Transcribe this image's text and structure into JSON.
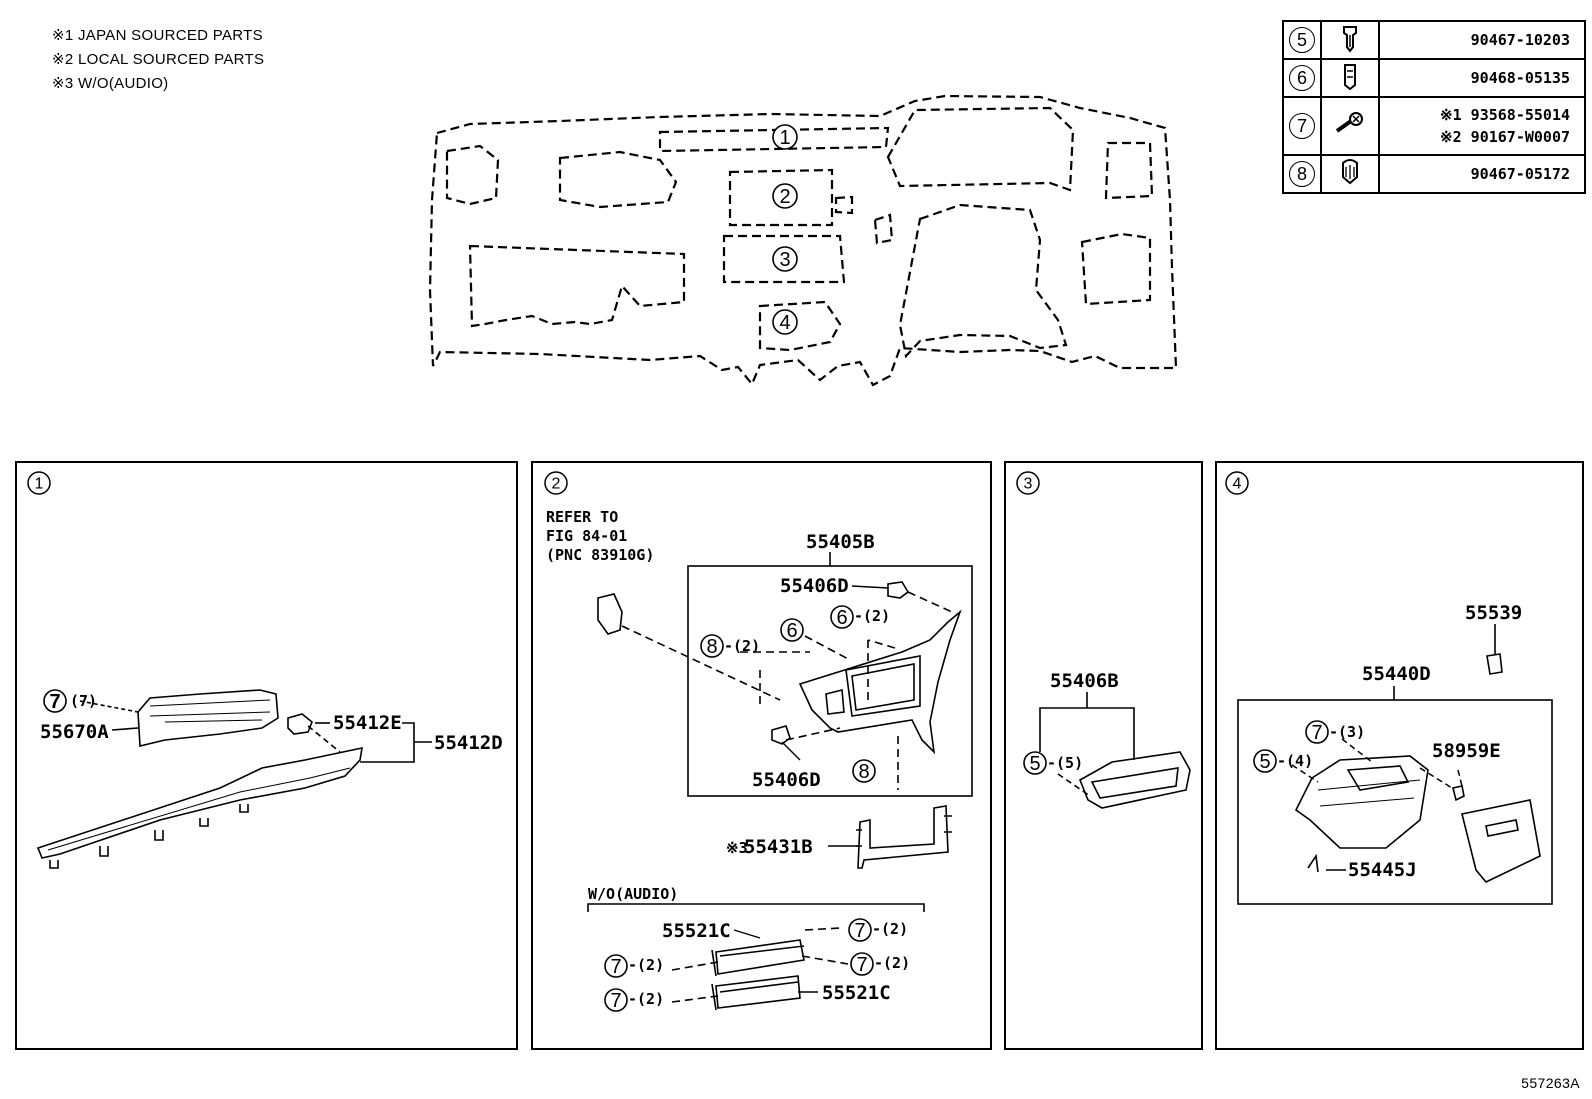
{
  "notes": [
    "※1 JAPAN SOURCED PARTS",
    "※2 LOCAL SOURCED PARTS",
    "※3 W/O(AUDIO)"
  ],
  "fasteners": [
    {
      "index": "5",
      "icon": "clip-icon",
      "parts": [
        "90467-10203"
      ]
    },
    {
      "index": "6",
      "icon": "clip-icon",
      "parts": [
        "90468-05135"
      ]
    },
    {
      "index": "7",
      "icon": "screw-icon",
      "parts": [
        "※1 93568-55014",
        "※2 90167-W0007"
      ]
    },
    {
      "index": "8",
      "icon": "clip-icon",
      "parts": [
        "90467-05172"
      ]
    }
  ],
  "overview": {
    "callouts": [
      "1",
      "2",
      "3",
      "4"
    ]
  },
  "panels": {
    "p1": {
      "index": "1",
      "labels": {
        "fastener": "7",
        "qty": "(7)",
        "a": "55670A",
        "b": "55412E",
        "c": "55412D"
      }
    },
    "p2": {
      "index": "2",
      "refer": [
        "REFER TO",
        "FIG 84-01",
        "(PNC 83910G)"
      ],
      "labels": {
        "assy": "55405B",
        "clip_top": "55406D",
        "clip_bottom": "55406D",
        "f6a": "6",
        "f6b": "6",
        "f6b_qty": "-(2)",
        "f8a": "8",
        "f8a_qty": "-(2)",
        "f8b": "8",
        "bracket": "55431B",
        "bracket_note": "※3",
        "wo_title": "W/O(AUDIO)",
        "lid_top": "55521C",
        "lid_bottom": "55521C",
        "f7": "7",
        "qty2": "-(2)"
      }
    },
    "p3": {
      "index": "3",
      "labels": {
        "part": "55406B",
        "fastener": "5",
        "qty": "-(5)"
      }
    },
    "p4": {
      "index": "4",
      "labels": {
        "a": "55539",
        "b": "55440D",
        "f7": "7",
        "f7_qty": "-(3)",
        "f5": "5",
        "f5_qty": "-(4)",
        "c": "58959E",
        "d": "55445J"
      }
    }
  },
  "figure_ref": "557263A"
}
